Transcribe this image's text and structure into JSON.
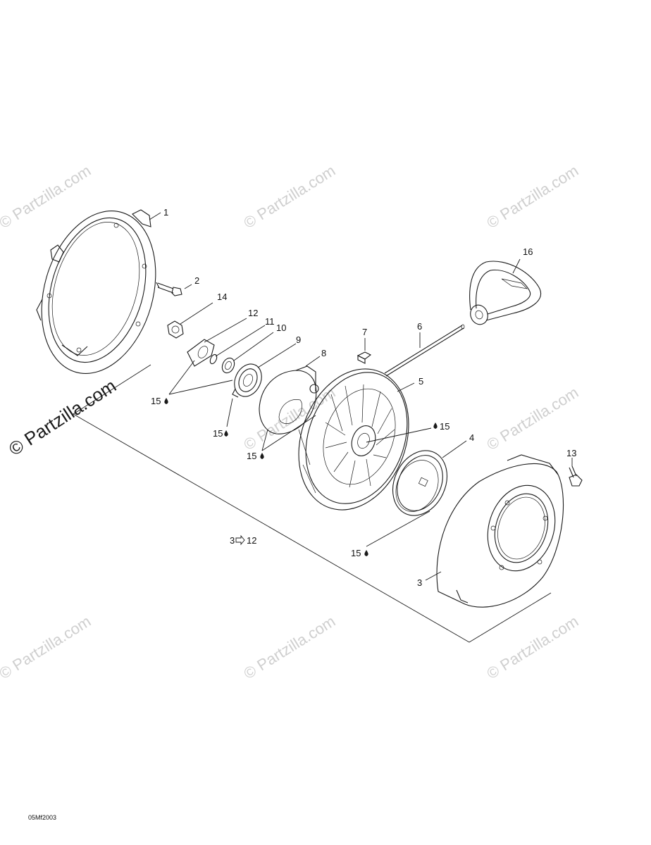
{
  "watermark": {
    "text": "© Partzilla.com",
    "big_text": "© Partzilla.com"
  },
  "labels": {
    "p1": "1",
    "p2": "2",
    "p14": "14",
    "p12": "12",
    "p11": "11",
    "p10": "10",
    "p9": "9",
    "p8": "8",
    "p7": "7",
    "p6": "6",
    "p5": "5",
    "p4": "4",
    "p16": "16",
    "p13": "13",
    "p3": "3",
    "l15a": "15",
    "l15b": "15",
    "l15c": "15",
    "l15d": "15",
    "l15e": "15",
    "range": "3",
    "range_to": "12"
  },
  "diagram_code": "05Mf2003",
  "colors": {
    "line": "#1a1a1a",
    "watermark": "#cfcfcf"
  }
}
